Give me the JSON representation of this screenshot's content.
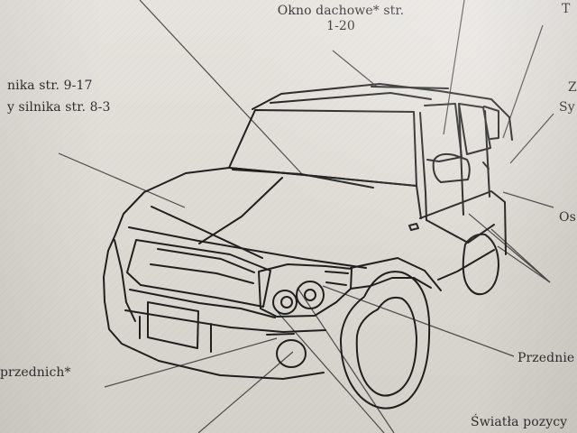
{
  "labels": {
    "sunroof_top": "Okno dachowe* str.",
    "sunroof_page": "1-20",
    "left_line1": "nika str. 9-17",
    "left_line2": "y silnika str. 8-3",
    "top_right_fragment": "T",
    "right_fragment_z": "Z",
    "right_fragment_sy": "Sy",
    "right_fragment_os": "Os",
    "bottom_left_front": "przednich*",
    "bottom_right_front": "Przednie",
    "bottom_right_lights": "Światła pozycy"
  }
}
